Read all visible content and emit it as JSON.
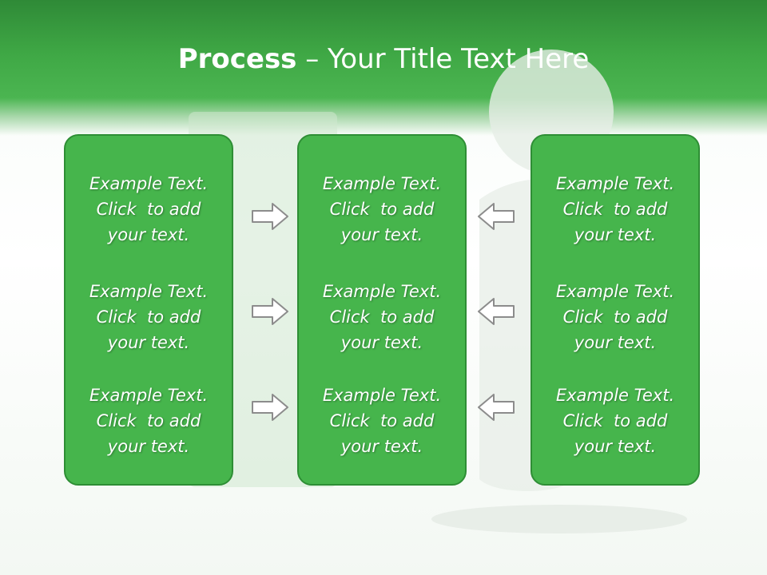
{
  "slide": {
    "title_bold": "Process",
    "title_rest": " – Your Title Text Here"
  },
  "columns": [
    {
      "blocks": [
        {
          "line1": "Example Text.",
          "line2": "Click  to add",
          "line3": "your text."
        },
        {
          "line1": "Example Text.",
          "line2": "Click  to add",
          "line3": "your text."
        },
        {
          "line1": "Example Text.",
          "line2": "Click  to add",
          "line3": "your text."
        }
      ]
    },
    {
      "blocks": [
        {
          "line1": "Example Text.",
          "line2": "Click  to add",
          "line3": "your text."
        },
        {
          "line1": "Example Text.",
          "line2": "Click  to add",
          "line3": "your text."
        },
        {
          "line1": "Example Text.",
          "line2": "Click  to add",
          "line3": "your text."
        }
      ]
    },
    {
      "blocks": [
        {
          "line1": "Example Text.",
          "line2": "Click  to add",
          "line3": "your text."
        },
        {
          "line1": "Example Text.",
          "line2": "Click  to add",
          "line3": "your text."
        },
        {
          "line1": "Example Text.",
          "line2": "Click  to add",
          "line3": "your text."
        }
      ]
    }
  ],
  "arrows": {
    "left_group": "right-arrow-icon",
    "right_group": "left-arrow-icon"
  },
  "colors": {
    "header": "#3fa845",
    "panel_fill": "#46b54c",
    "panel_border": "#2e8e35",
    "text": "#ffffff"
  }
}
